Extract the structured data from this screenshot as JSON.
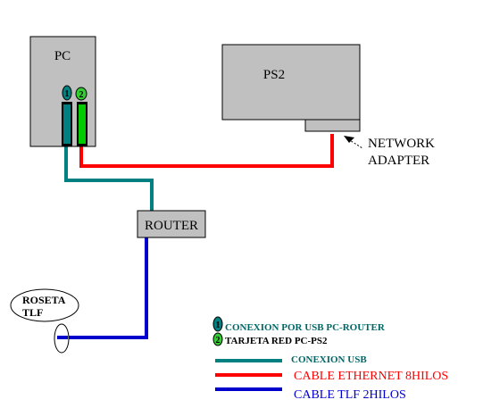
{
  "nodes": {
    "pc": "PC",
    "ps2": "PS2",
    "router": "ROUTER",
    "roseta": [
      "ROSETA",
      "TLF"
    ],
    "network_adapter": [
      "NETWORK",
      "ADAPTER"
    ]
  },
  "port_badges": {
    "usb": "1",
    "lan": "2"
  },
  "legend": {
    "items": [
      {
        "marker": "1",
        "text": "CONEXION POR USB PC-ROUTER"
      },
      {
        "marker": "2",
        "text": "TARJETA RED PC-PS2"
      }
    ],
    "lines": [
      {
        "text": "CONEXION USB",
        "color": "#008080"
      },
      {
        "text": "CABLE ETHERNET 8HILOS",
        "color": "#ff0000"
      },
      {
        "text": "CABLE TLF 2HILOS",
        "color": "#0000cc"
      }
    ]
  },
  "colors": {
    "box_fill": "#c0c0c0",
    "usb_port": "#008080",
    "lan_port": "#00cc00",
    "usb_badge": "#008080",
    "lan_badge": "#33cc33",
    "usb_cable": "#008080",
    "ethernet_cable": "#ff0000",
    "phone_cable": "#0000cc",
    "legend_item_text": "#006666"
  }
}
